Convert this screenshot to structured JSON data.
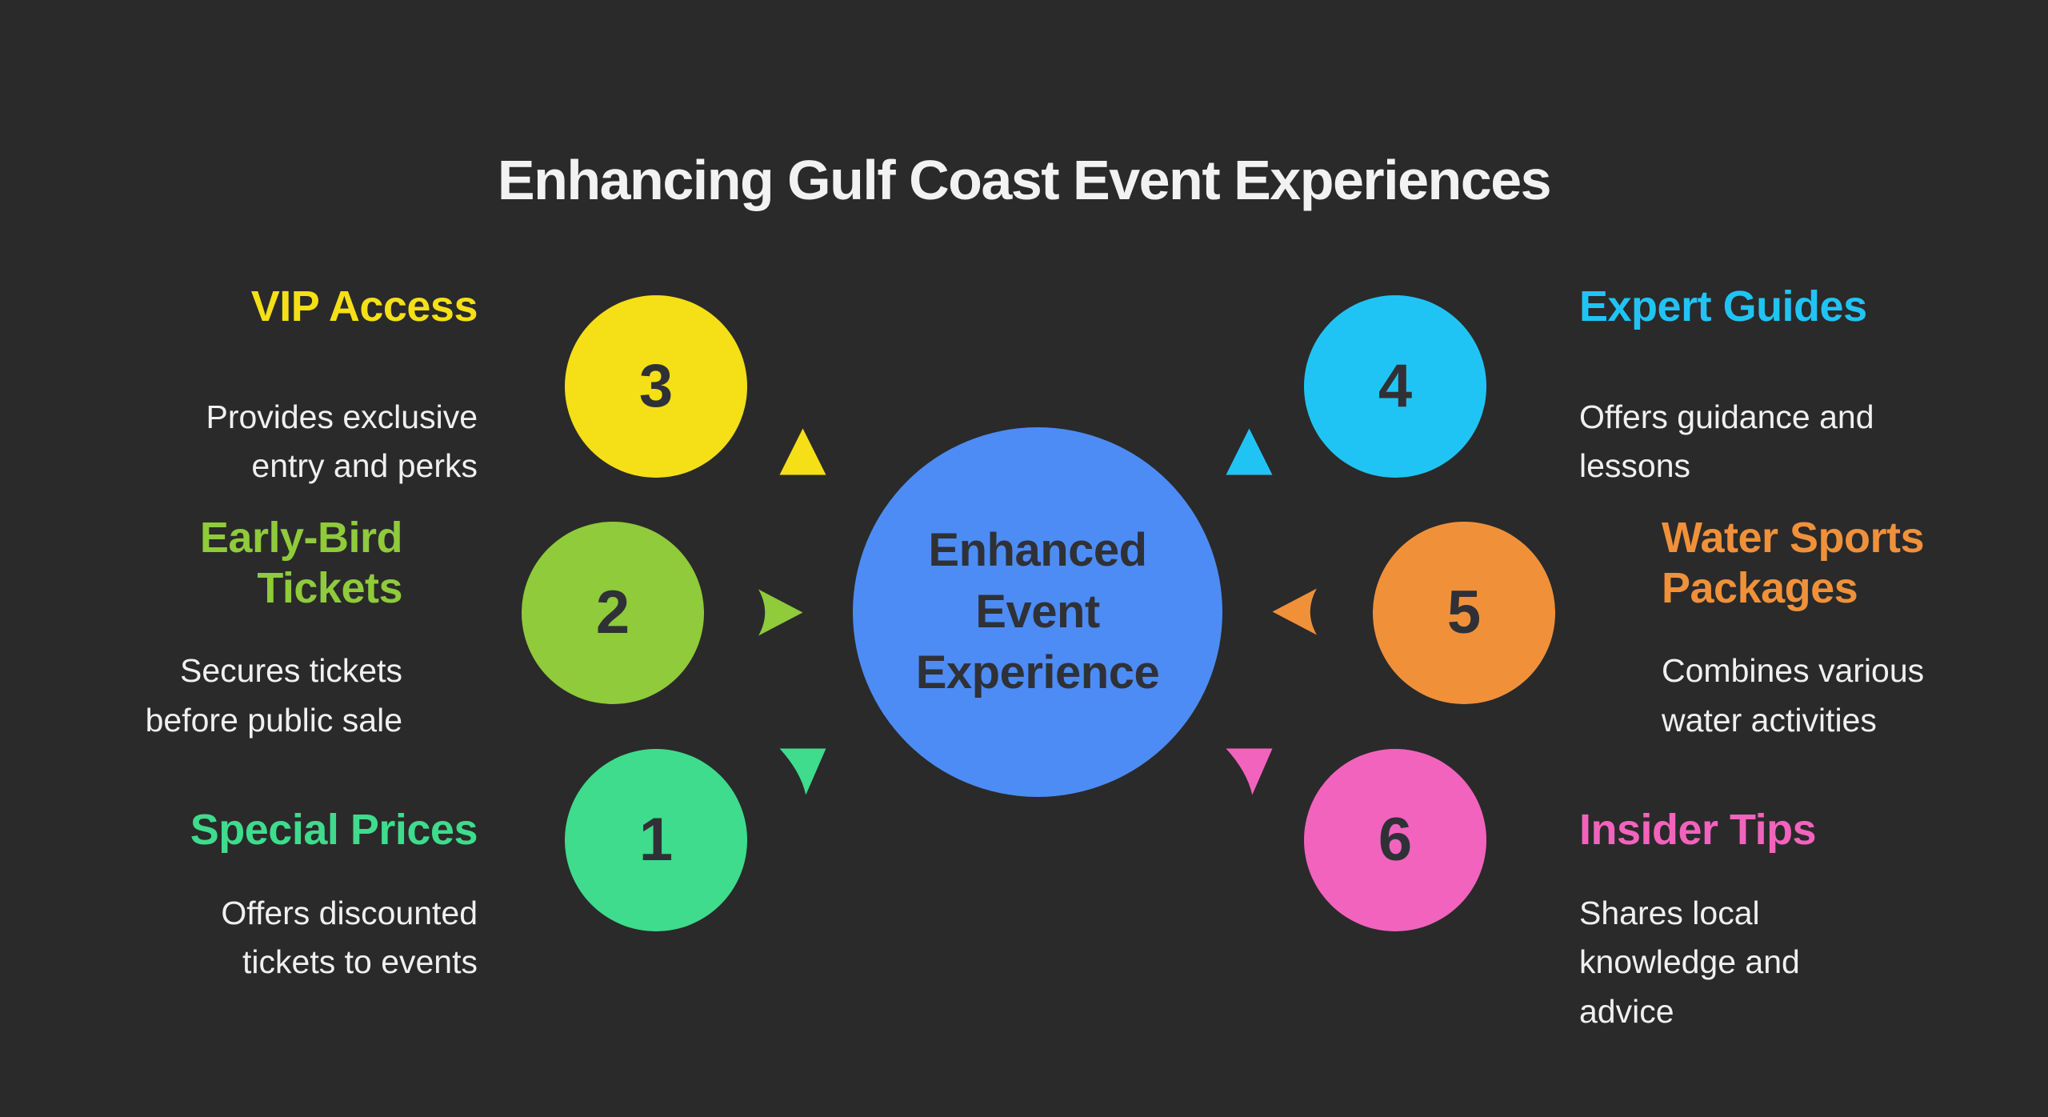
{
  "title": "Enhancing Gulf Coast Event Experiences",
  "center": {
    "label": "Enhanced\nEvent\nExperience",
    "color": "#4D8CF5"
  },
  "items": [
    {
      "number": "1",
      "heading": "Special Prices",
      "description": "Offers discounted\ntickets to events",
      "color": "#3EDC8C",
      "side": "left",
      "arrow_direction": "down"
    },
    {
      "number": "2",
      "heading": "Early-Bird\nTickets",
      "description": "Secures tickets\nbefore public sale",
      "color": "#8FCB3A",
      "side": "left",
      "arrow_direction": "right"
    },
    {
      "number": "3",
      "heading": "VIP Access",
      "description": "Provides exclusive\nentry and perks",
      "color": "#F5DF17",
      "side": "left",
      "arrow_direction": "up"
    },
    {
      "number": "4",
      "heading": "Expert Guides",
      "description": "Offers guidance and\nlessons",
      "color": "#20C4F4",
      "side": "right",
      "arrow_direction": "up"
    },
    {
      "number": "5",
      "heading": "Water Sports\nPackages",
      "description": "Combines various\nwater activities",
      "color": "#F0913A",
      "side": "right",
      "arrow_direction": "left"
    },
    {
      "number": "6",
      "heading": "Insider Tips",
      "description": "Shares local\nknowledge and\nadvice",
      "color": "#F263BD",
      "side": "right",
      "arrow_direction": "down"
    }
  ],
  "colors": {
    "background": "#2A2A2A",
    "title_text": "#F2F2F2",
    "description_text": "#F0F0F0",
    "number_text": "#2F3136",
    "center_text": "#2F3136"
  }
}
